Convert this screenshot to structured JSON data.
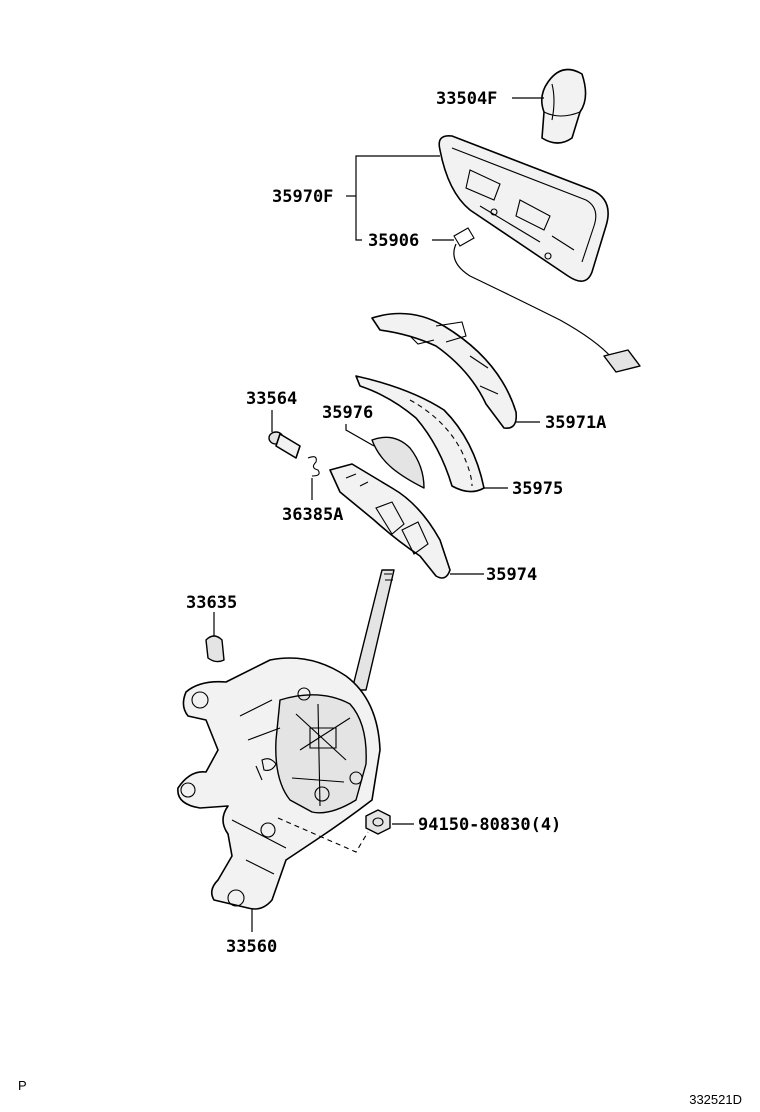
{
  "labels": {
    "p33504F": "33504F",
    "p35970F": "35970F",
    "p35906": "35906",
    "p35971A": "35971A",
    "p33564": "33564",
    "p35976": "35976",
    "p35975": "35975",
    "p36385A": "36385A",
    "p35974": "35974",
    "p33635": "33635",
    "p94150": "94150-80830(4)",
    "p33560": "33560"
  },
  "corner": {
    "left": "P",
    "right": "332521D"
  }
}
